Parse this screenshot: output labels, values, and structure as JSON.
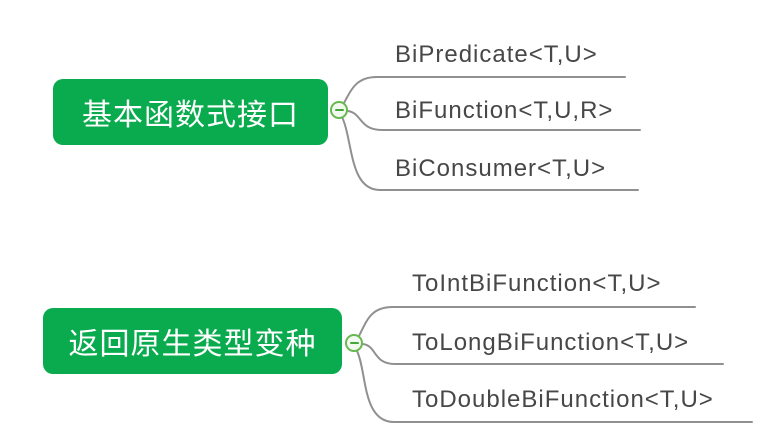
{
  "colors": {
    "topic_fill": "#0aab4e",
    "topic_text": "#ffffff",
    "branch_line": "#909090",
    "child_text": "#474747",
    "collapse_border": "#66b94e",
    "collapse_fill": "#f2faef",
    "collapse_minus": "#44a73c",
    "background": "#ffffff"
  },
  "mindmap": {
    "branches": [
      {
        "label": "基本函数式接口",
        "collapse": "minus",
        "children": [
          {
            "label": "BiPredicate<T,U>"
          },
          {
            "label": "BiFunction<T,U,R>"
          },
          {
            "label": "BiConsumer<T,U>"
          }
        ]
      },
      {
        "label": "返回原生类型变种",
        "collapse": "minus",
        "children": [
          {
            "label": "ToIntBiFunction<T,U>"
          },
          {
            "label": "ToLongBiFunction<T,U>"
          },
          {
            "label": "ToDoubleBiFunction<T,U>"
          }
        ]
      }
    ]
  }
}
